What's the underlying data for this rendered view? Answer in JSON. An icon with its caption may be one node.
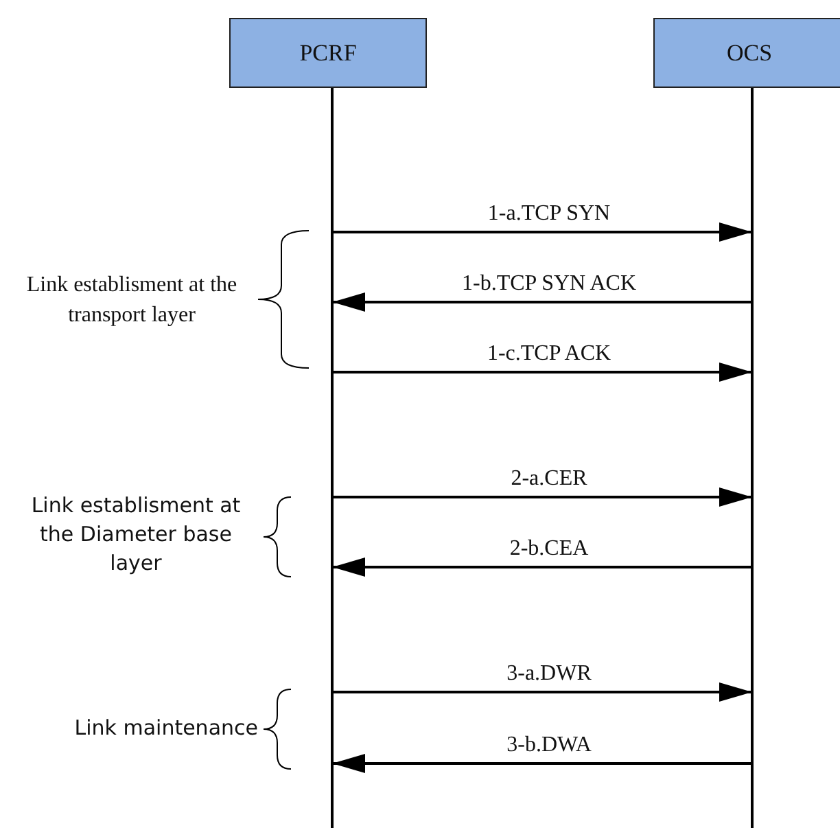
{
  "diagram": {
    "nodes": [
      {
        "text": [
          "PCRF"
        ]
      },
      {
        "text": [
          "OCS"
        ]
      }
    ],
    "edges": [
      {
        "from": 0,
        "to": 1,
        "arrow": "to",
        "label": "1-a.TCP SYN"
      },
      {
        "from": 1,
        "to": 0,
        "arrow": "to",
        "label": "1-b.TCP SYN ACK"
      },
      {
        "from": 0,
        "to": 1,
        "arrow": "to",
        "label": "1-c.TCP ACK"
      },
      {
        "from": 0,
        "to": 1,
        "arrow": "to",
        "label": "2-a.CER"
      },
      {
        "from": 1,
        "to": 0,
        "arrow": "to",
        "label": "2-b.CEA"
      },
      {
        "from": 0,
        "to": 1,
        "arrow": "to",
        "label": "3-a.DWR"
      },
      {
        "from": 1,
        "to": 0,
        "arrow": "to",
        "label": "3-b.DWA"
      }
    ],
    "labels": [
      "Link establisment at the transport layer",
      "Link establisment at the Diameter base layer",
      "Link maintenance"
    ]
  }
}
